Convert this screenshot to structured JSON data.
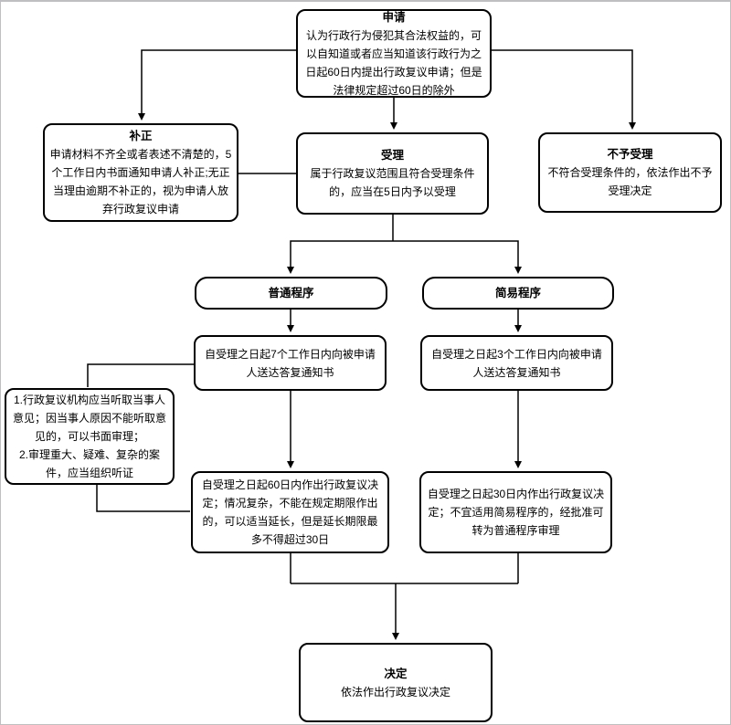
{
  "canvas": {
    "background": "#ffffff",
    "frame_border_color": "#bfbfc1",
    "node_border_color": "#000000",
    "line_color": "#000000"
  },
  "nodes": {
    "apply": {
      "title": "申请",
      "body": "认为行政行为侵犯其合法权益的，可以自知道或者应当知道该行政行为之日起60日内提出行政复议申请；但是法律规定超过60日的除外"
    },
    "correction": {
      "title": "补正",
      "body": "申请材料不齐全或者表述不清楚的，5个工作日内书面通知申请人补正;无正当理由逾期不补正的，视为申请人放弃行政复议申请"
    },
    "accept": {
      "title": "受理",
      "body": "属于行政复议范围且符合受理条件的，应当在5日内予以受理"
    },
    "reject": {
      "title": "不予受理",
      "body": "不符合受理条件的，依法作出不予受理决定"
    },
    "ordinary": {
      "title": "普通程序"
    },
    "summary": {
      "title": "简易程序"
    },
    "notice7": {
      "body": "自受理之日起7个工作日内向被申请人送达答复通知书"
    },
    "notice3": {
      "body": "自受理之日起3个工作日内向被申请人送达答复通知书"
    },
    "hearing": {
      "item1": "1.行政复议机构应当听取当事人意见；因当事人原因不能听取意见的，可以书面审理；",
      "item2": "2.审理重大、疑难、复杂的案件，应当组织听证"
    },
    "decide60": {
      "body": "自受理之日起60日内作出行政复议决定；情况复杂，不能在规定期限作出的，可以适当延长，但是延长期限最多不得超过30日"
    },
    "decide30": {
      "body": "自受理之日起30日内作出行政复议决定；不宜适用简易程序的，经批准可转为普通程序审理"
    },
    "decision": {
      "title": "决定",
      "body": "依法作出行政复议决定"
    }
  }
}
